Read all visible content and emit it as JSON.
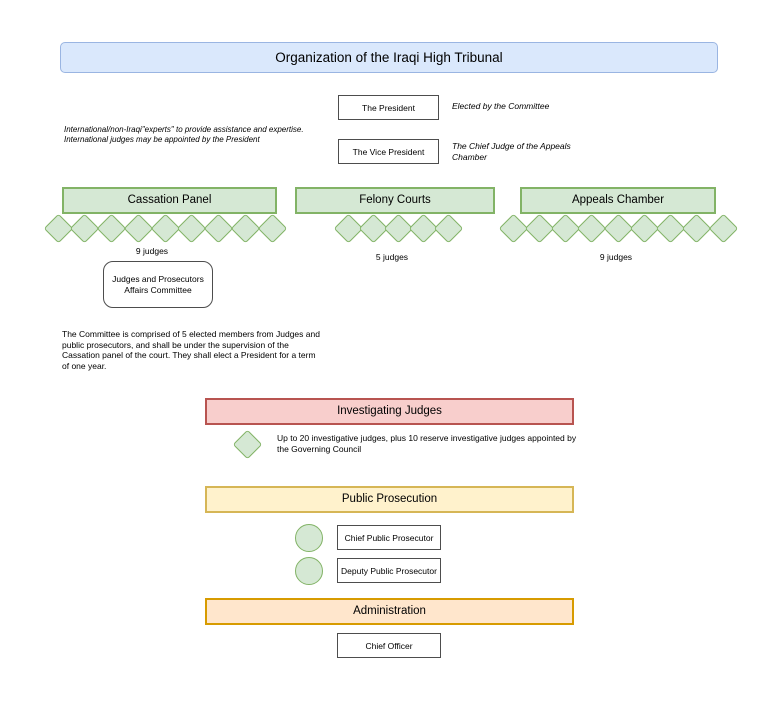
{
  "colors": {
    "blue_fill": "#dae8fc",
    "blue_stroke": "#9ab5e2",
    "green_fill": "#d5e8d4",
    "green_stroke": "#82b366",
    "red_fill": "#f8cecc",
    "red_stroke": "#b85450",
    "yellow_fill": "#fff2cc",
    "yellow_stroke": "#d6b656",
    "orange_fill": "#ffe6cc",
    "orange_stroke": "#d79b00",
    "box_stroke": "#4d4d4d"
  },
  "title": "Organization of the Iraqi High Tribunal",
  "leadership": {
    "president": {
      "label": "The President",
      "note": "Elected by the Committee"
    },
    "vice_president": {
      "label": "The Vice President",
      "note": "The Chief Judge of the Appeals Chamber"
    }
  },
  "experts_note": "International/non-Iraqi\"experts\" to provide assistance and expertise. International judges may be appointed by the President",
  "chambers": [
    {
      "name": "Cassation Panel",
      "judges": 9,
      "judges_label": "9 judges"
    },
    {
      "name": "Felony Courts",
      "judges": 5,
      "judges_label": "5 judges"
    },
    {
      "name": "Appeals Chamber",
      "judges": 9,
      "judges_label": "9 judges"
    }
  ],
  "committee": {
    "label": "Judges and Prosecutors Affairs Committee",
    "description": "The Committee is comprised of 5 elected members from Judges and public prosecutors, and shall be under the supervision of the Cassation panel of the court. They shall elect a President for a term of one year."
  },
  "investigating_judges": {
    "header": "Investigating Judges",
    "note": "Up to 20 investigative judges, plus 10 reserve investigative judges appointed by the Governing Council"
  },
  "public_prosecution": {
    "header": "Public Prosecution",
    "roles": [
      "Chief Public Prosecutor",
      "Deputy Public Prosecutor"
    ]
  },
  "administration": {
    "header": "Administration",
    "roles": [
      "Chief Officer"
    ]
  }
}
